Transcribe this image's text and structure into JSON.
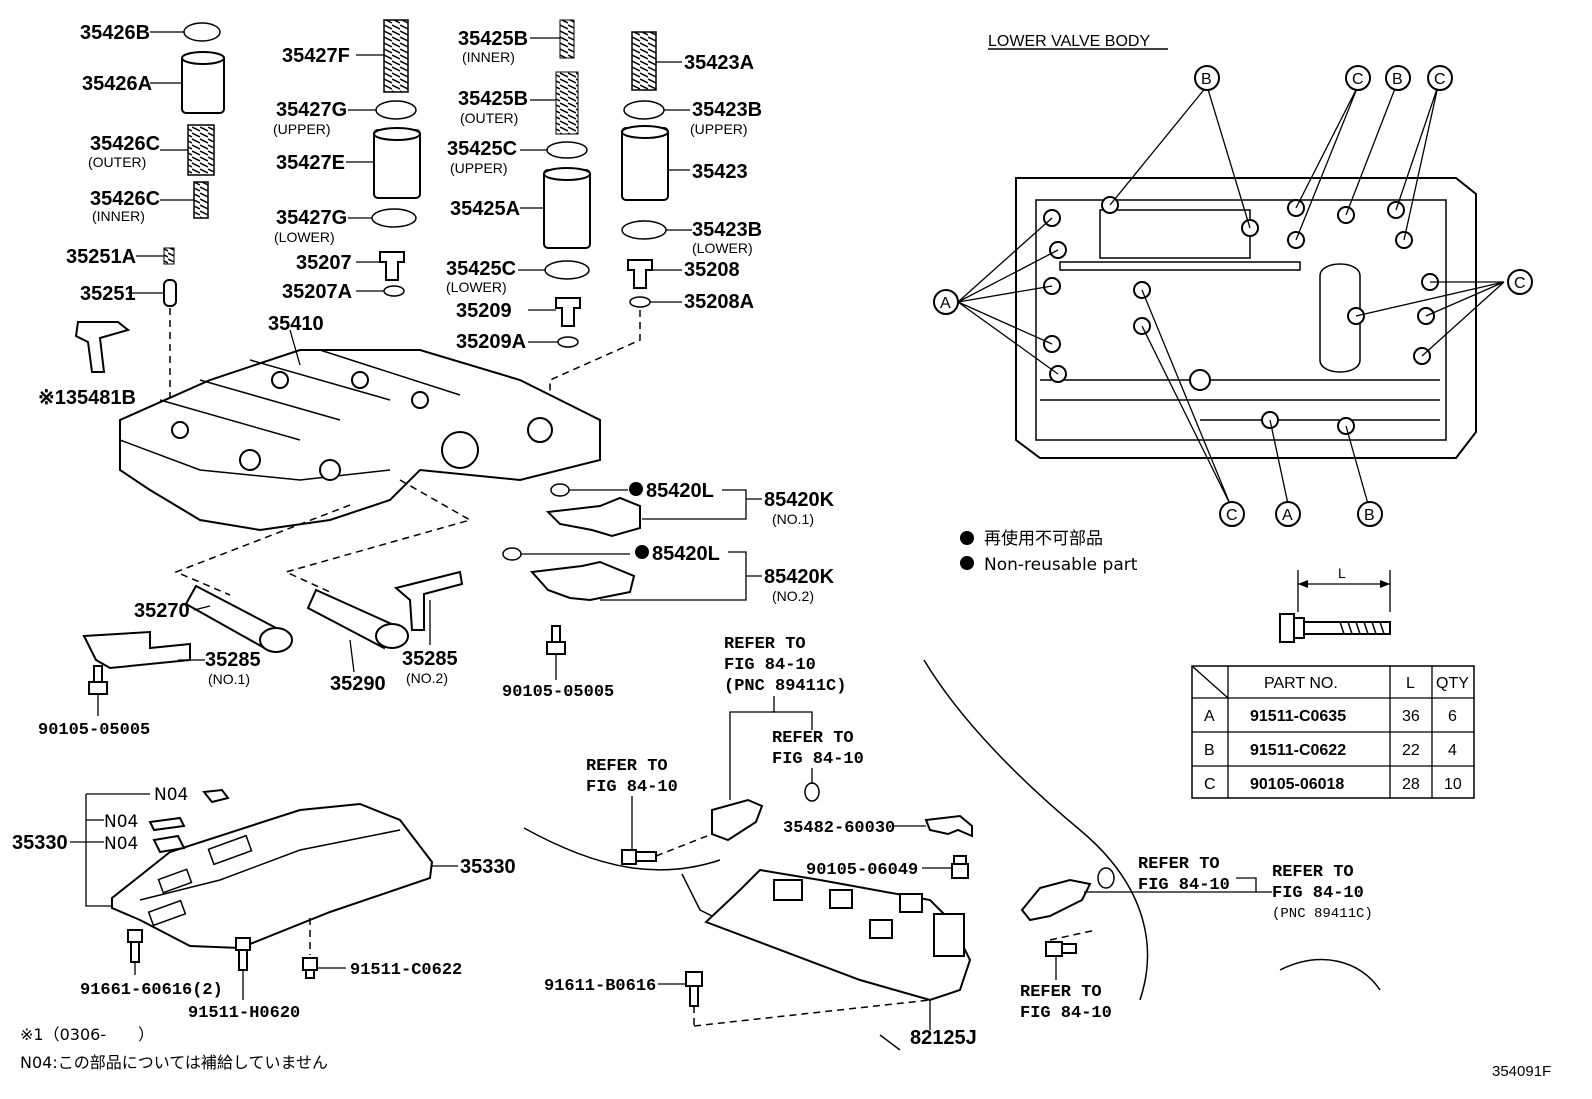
{
  "diagram": {
    "section_title": "LOWER VALVE BODY",
    "drawing_id": "354091F",
    "labels": {
      "p35426B": "35426B",
      "p35426A": "35426A",
      "p35426C_outer": "35426C",
      "outer": "(OUTER)",
      "p35426C_inner": "35426C",
      "inner": "(INNER)",
      "p35251A": "35251A",
      "p35251": "35251",
      "p35481B": "※135481B",
      "p35427F": "35427F",
      "p35427G_upper": "35427G",
      "upper": "(UPPER)",
      "p35427E": "35427E",
      "p35427G_lower": "35427G",
      "lower": "(LOWER)",
      "p35207": "35207",
      "p35207A": "35207A",
      "p35410": "35410",
      "p35425B_inner": "35425B",
      "p35425B_outer": "35425B",
      "p35425C_upper": "35425C",
      "p35425A": "35425A",
      "p35425C_lower": "35425C",
      "p35209": "35209",
      "p35209A": "35209A",
      "p35423A": "35423A",
      "p35423B_upper": "35423B",
      "p35423": "35423",
      "p35423B_lower": "35423B",
      "p35208": "35208",
      "p35208A": "35208A",
      "p85420L_1": "85420L",
      "p85420K_1": "85420K",
      "no1": "(NO.1)",
      "p85420L_2": "85420L",
      "p85420K_2": "85420K",
      "no2": "(NO.2)",
      "p35270": "35270",
      "p35285_1": "35285",
      "p35290": "35290",
      "p35285_2": "35285",
      "p90105_05005_a": "90105-05005",
      "p90105_05005_b": "90105-05005",
      "n04_a": "N04",
      "n04_b": "N04",
      "n04_c": "N04",
      "p35330_a": "35330",
      "p35330_b": "35330",
      "p91661": "91661-60616(2)",
      "p91511_H0620": "91511-H0620",
      "p91511_C0622": "91511-C0622",
      "refer_to": "REFER TO",
      "fig_84_10": "FIG 84-10",
      "pnc": "(PNC 89411C)",
      "p35482": "35482-60030",
      "p90105_06049": "90105-06049",
      "p91611": "91611-B0616",
      "p82125J": "82125J",
      "circ_a": "A",
      "circ_b": "B",
      "circ_c": "C",
      "len_l": "L"
    },
    "legend": {
      "jp": "再使用不可部品",
      "en": "Non-reusable part"
    },
    "footnotes": {
      "f1": "※1（0306-　　）",
      "f2": "N04:この部品については補給していません"
    },
    "table": {
      "headers": [
        "PART NO.",
        "L",
        "QTY"
      ],
      "rows": [
        {
          "key": "A",
          "part": "91511-C0635",
          "l": "36",
          "qty": "6"
        },
        {
          "key": "B",
          "part": "91511-C0622",
          "l": "22",
          "qty": "4"
        },
        {
          "key": "C",
          "part": "90105-06018",
          "l": "28",
          "qty": "10"
        }
      ]
    }
  }
}
